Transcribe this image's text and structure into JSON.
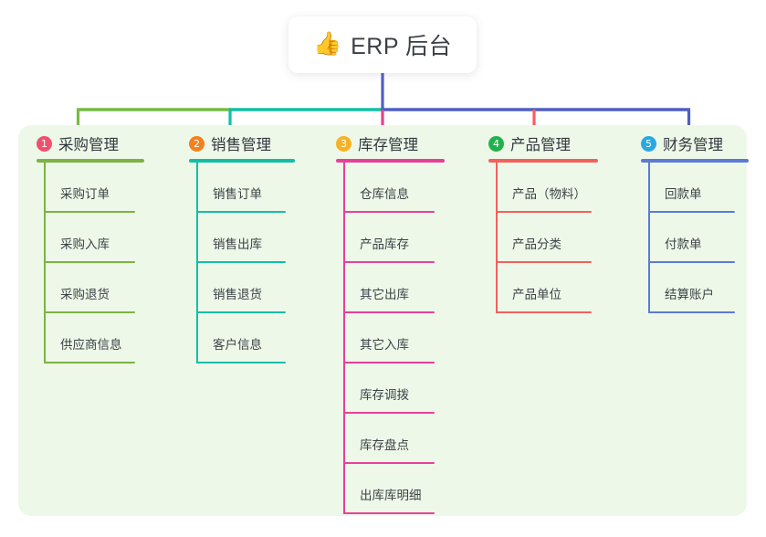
{
  "root": {
    "icon": "thumbs-up-icon",
    "icon_glyph": "👍",
    "title": "ERP 后台"
  },
  "palette": {
    "panel_background": "#EEF8E9",
    "page_background": "#FFFFFF",
    "card_background": "#FFFFFF",
    "text": "#33383E",
    "trunk_green": "#76BC43",
    "trunk_teal": "#11BFA7",
    "trunk_blue": "#4F5FC4",
    "drop_pink": "#E8408A",
    "drop_red": "#F4605C"
  },
  "columns": [
    {
      "index": "1",
      "title": "采购管理",
      "badge_color": "#F0506E",
      "line_color": "#7CB342",
      "drop_color": "#76BC43",
      "items": [
        {
          "label": "采购订单"
        },
        {
          "label": "采购入库"
        },
        {
          "label": "采购退货"
        },
        {
          "label": "供应商信息"
        }
      ]
    },
    {
      "index": "2",
      "title": "销售管理",
      "badge_color": "#F3821E",
      "line_color": "#11BFA7",
      "drop_color": "#11BFA7",
      "items": [
        {
          "label": "销售订单"
        },
        {
          "label": "销售出库"
        },
        {
          "label": "销售退货"
        },
        {
          "label": "客户信息"
        }
      ]
    },
    {
      "index": "3",
      "title": "库存管理",
      "badge_color": "#F5B324",
      "line_color": "#E8409A",
      "drop_color": "#E8408A",
      "items": [
        {
          "label": "仓库信息"
        },
        {
          "label": "产品库存"
        },
        {
          "label": "其它出库"
        },
        {
          "label": "其它入库"
        },
        {
          "label": "库存调拨"
        },
        {
          "label": "库存盘点"
        },
        {
          "label": "出库库明细"
        }
      ]
    },
    {
      "index": "4",
      "title": "产品管理",
      "badge_color": "#22B24C",
      "line_color": "#F4605C",
      "drop_color": "#F4605C",
      "items": [
        {
          "label": "产品（物料）"
        },
        {
          "label": "产品分类"
        },
        {
          "label": "产品单位"
        }
      ]
    },
    {
      "index": "5",
      "title": "财务管理",
      "badge_color": "#29A9E0",
      "line_color": "#5B7BD5",
      "drop_color": "#4F5FC4",
      "items": [
        {
          "label": "回款单"
        },
        {
          "label": "付款单"
        },
        {
          "label": "结算账户"
        }
      ]
    }
  ]
}
